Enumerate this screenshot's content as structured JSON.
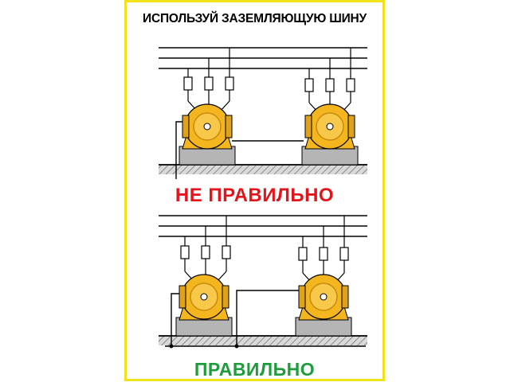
{
  "poster": {
    "title": "ИСПОЛЬЗУЙ ЗАЗЕМЛЯЮЩУЮ ШИНУ",
    "wrong_caption": "НЕ ПРАВИЛЬНО",
    "right_caption": "ПРАВИЛЬНО"
  },
  "colors": {
    "border": "#f2e21a",
    "motor": "#f3b61e",
    "motor_dark": "#c98a10",
    "base": "#b5b5b5",
    "wrong": "#e4141b",
    "right": "#1e9d3c"
  },
  "icons": {
    "motor": "electric-motor-icon",
    "fuse": "fuse-icon",
    "ground": "ground-hatch-icon"
  }
}
